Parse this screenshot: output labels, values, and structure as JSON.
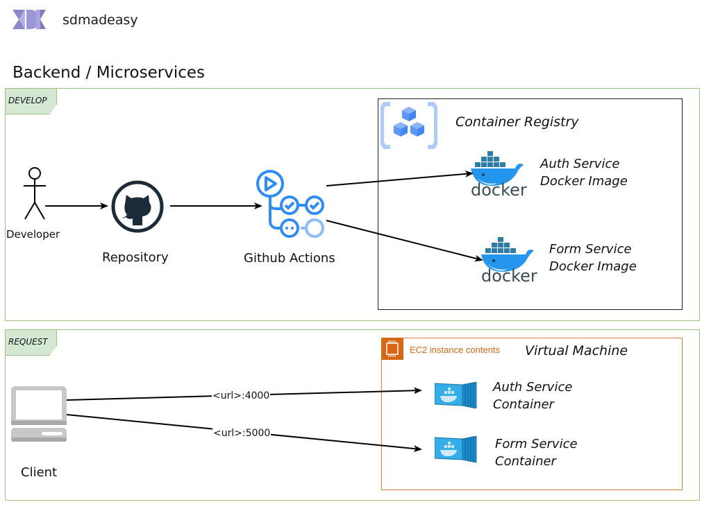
{
  "brand": {
    "name": "sdmadeasy",
    "logo_icon": "sdmadeasy-logo-icon"
  },
  "page_title": "Backend / Microservices",
  "sections": {
    "develop": {
      "tag": "DEVELOP",
      "nodes": {
        "developer": {
          "label": "Developer",
          "icon": "stick-figure-icon"
        },
        "repository": {
          "label": "Repository",
          "icon": "github-icon"
        },
        "github_actions": {
          "label": "Github Actions",
          "icon": "github-actions-icon"
        },
        "registry": {
          "title": "Container Registry",
          "icon": "container-registry-icon",
          "images": [
            {
              "line1": "Auth Service",
              "line2": "Docker Image",
              "icon": "docker-icon",
              "logo_text": "docker"
            },
            {
              "line1": "Form Service",
              "line2": "Docker Image",
              "icon": "docker-icon",
              "logo_text": "docker"
            }
          ]
        }
      }
    },
    "request": {
      "tag": "REQUEST",
      "nodes": {
        "client": {
          "label": "Client",
          "icon": "computer-icon"
        },
        "vm": {
          "ec2_label": "EC2 instance contents",
          "title": "Virtual Machine",
          "containers": [
            {
              "line1": "Auth Service",
              "line2": "Container",
              "icon": "docker-container-icon"
            },
            {
              "line1": "Form Service",
              "line2": "Container",
              "icon": "docker-container-icon"
            }
          ]
        }
      },
      "edges": [
        {
          "label": "<url>:4000"
        },
        {
          "label": "<url>:5000"
        }
      ]
    }
  },
  "colors": {
    "section_border": "#97c47e",
    "section_tag_fill": "#d5e8d4",
    "ec2_orange": "#d86613",
    "github_dark": "#1b2b37",
    "actions_blue": "#2f8cf5",
    "docker_blue": "#2496ed"
  }
}
